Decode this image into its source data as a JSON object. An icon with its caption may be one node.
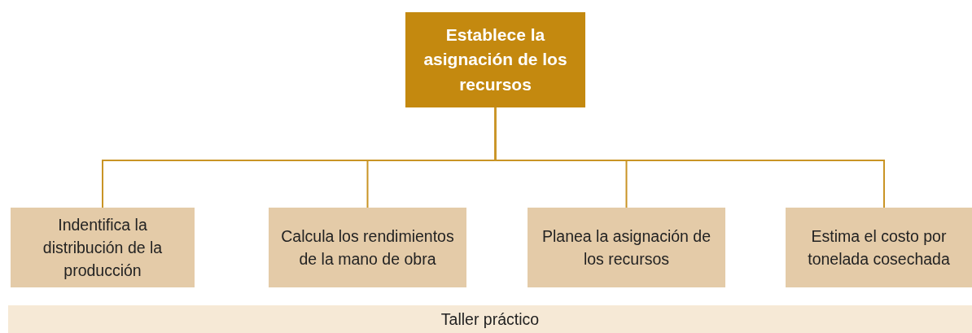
{
  "diagram": {
    "nodes": [
      {
        "text": [
          "Establece la asignación de los recursos"
        ]
      },
      {
        "text": [
          "Indentifica la distribución de la producción"
        ]
      },
      {
        "text": [
          "Calcula los rendimientos de la mano de obra"
        ]
      },
      {
        "text": [
          "Planea la asignación de los recursos"
        ]
      },
      {
        "text": [
          "Estima el costo por tonelada cosechada"
        ]
      },
      {
        "text": [
          "Taller práctico"
        ]
      }
    ],
    "edges": [
      {
        "from": 0,
        "to": 1,
        "arrow": "none"
      },
      {
        "from": 0,
        "to": 2,
        "arrow": "none"
      },
      {
        "from": 0,
        "to": 3,
        "arrow": "none"
      },
      {
        "from": 0,
        "to": 4,
        "arrow": "none"
      }
    ]
  }
}
